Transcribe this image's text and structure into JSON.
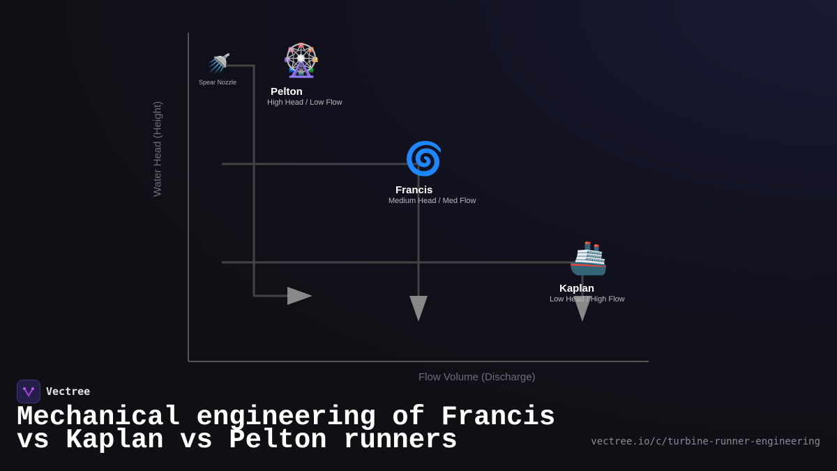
{
  "diagram": {
    "x_axis_label": "Flow Volume (Discharge)",
    "y_axis_label": "Water Head (Height)",
    "nozzle": {
      "label": "Spear Nozzle",
      "icon": "shower-icon",
      "glyph": "🚿"
    },
    "runners": [
      {
        "name": "Pelton",
        "desc": "High Head / Low Flow",
        "icon": "ferris-wheel-icon",
        "glyph": "🎡"
      },
      {
        "name": "Francis",
        "desc": "Medium Head / Med Flow",
        "icon": "cyclone-icon",
        "glyph": "🌀"
      },
      {
        "name": "Kaplan",
        "desc": "Low Head / High Flow",
        "icon": "ship-icon",
        "glyph": "🚢"
      }
    ],
    "colors": {
      "line": "#444444",
      "arrow": "#888888",
      "axis": "#555555"
    }
  },
  "footer": {
    "brand": "Vectree",
    "title": "Mechanical engineering of Francis vs Kaplan vs Pelton runners",
    "url": "vectree.io/c/turbine-runner-engineering"
  }
}
